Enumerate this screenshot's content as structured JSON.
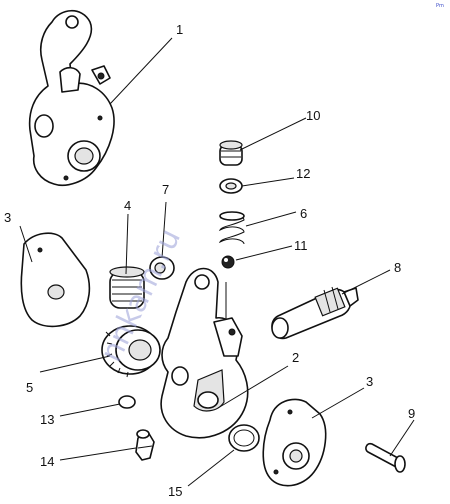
{
  "diagram": {
    "corner_mark": "Pm",
    "watermark": "nnkam.ru",
    "callouts": [
      {
        "id": "c1",
        "label": "1"
      },
      {
        "id": "c2",
        "label": "2"
      },
      {
        "id": "c3a",
        "label": "3"
      },
      {
        "id": "c3b",
        "label": "3"
      },
      {
        "id": "c4",
        "label": "4"
      },
      {
        "id": "c5",
        "label": "5"
      },
      {
        "id": "c6",
        "label": "6"
      },
      {
        "id": "c7",
        "label": "7"
      },
      {
        "id": "c8",
        "label": "8"
      },
      {
        "id": "c9",
        "label": "9"
      },
      {
        "id": "c10",
        "label": "10"
      },
      {
        "id": "c11",
        "label": "11"
      },
      {
        "id": "c12",
        "label": "12"
      },
      {
        "id": "c13",
        "label": "13"
      },
      {
        "id": "c14",
        "label": "14"
      },
      {
        "id": "c15",
        "label": "15"
      }
    ]
  }
}
